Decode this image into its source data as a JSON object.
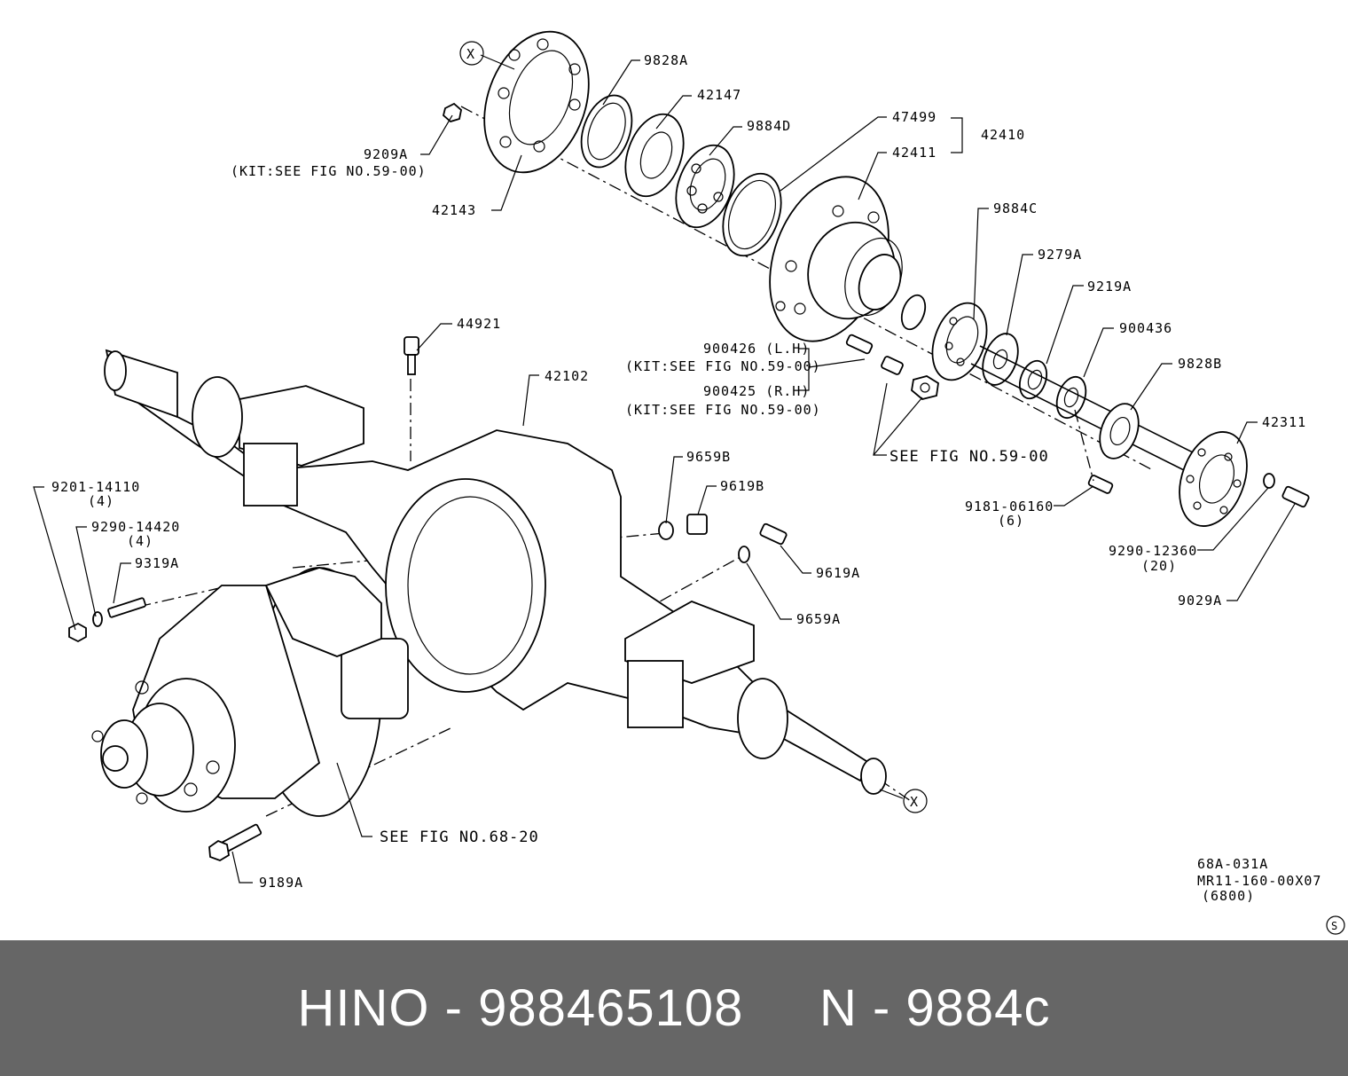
{
  "parts": {
    "p9828A": "9828A",
    "p42147": "42147",
    "p9884D": "9884D",
    "p47499": "47499",
    "p42410": "42410",
    "p42411": "42411",
    "p9209A": "9209A",
    "kit1": "(KIT:SEE FIG NO.59-00)",
    "p42143": "42143",
    "p9884C": "9884C",
    "p9279A": "9279A",
    "p9219A": "9219A",
    "p900436": "900436",
    "p9828B": "9828B",
    "p42311": "42311",
    "p44921": "44921",
    "p900426": "900426 (L.H)",
    "kit2": "(KIT:SEE FIG NO.59-00)",
    "p900425": "900425 (R.H)",
    "kit3": "(KIT:SEE FIG NO.59-00)",
    "p42102": "42102",
    "see5900": "SEE FIG NO.59-00",
    "p9659B": "9659B",
    "p9619B": "9619B",
    "p9181": "9181-06160",
    "p9181q": "(6)",
    "p9201": "9201-14110",
    "p9201q": "(4)",
    "p9290a": "9290-14420",
    "p9290aq": "(4)",
    "p9319A": "9319A",
    "p9619A": "9619A",
    "p9659A": "9659A",
    "p9290b": "9290-12360",
    "p9290bq": "(20)",
    "p9029A": "9029A",
    "see6820": "SEE FIG NO.68-20",
    "p9189A": "9189A",
    "refX1": "X",
    "refX2": "X",
    "ref1": "68A-031A",
    "ref2": "MR11-160-00X07",
    "ref3": "(6800)",
    "stamp": "S"
  },
  "footer": {
    "brand": "HINO",
    "part_number": "988465108",
    "code": "N - 9884c"
  }
}
